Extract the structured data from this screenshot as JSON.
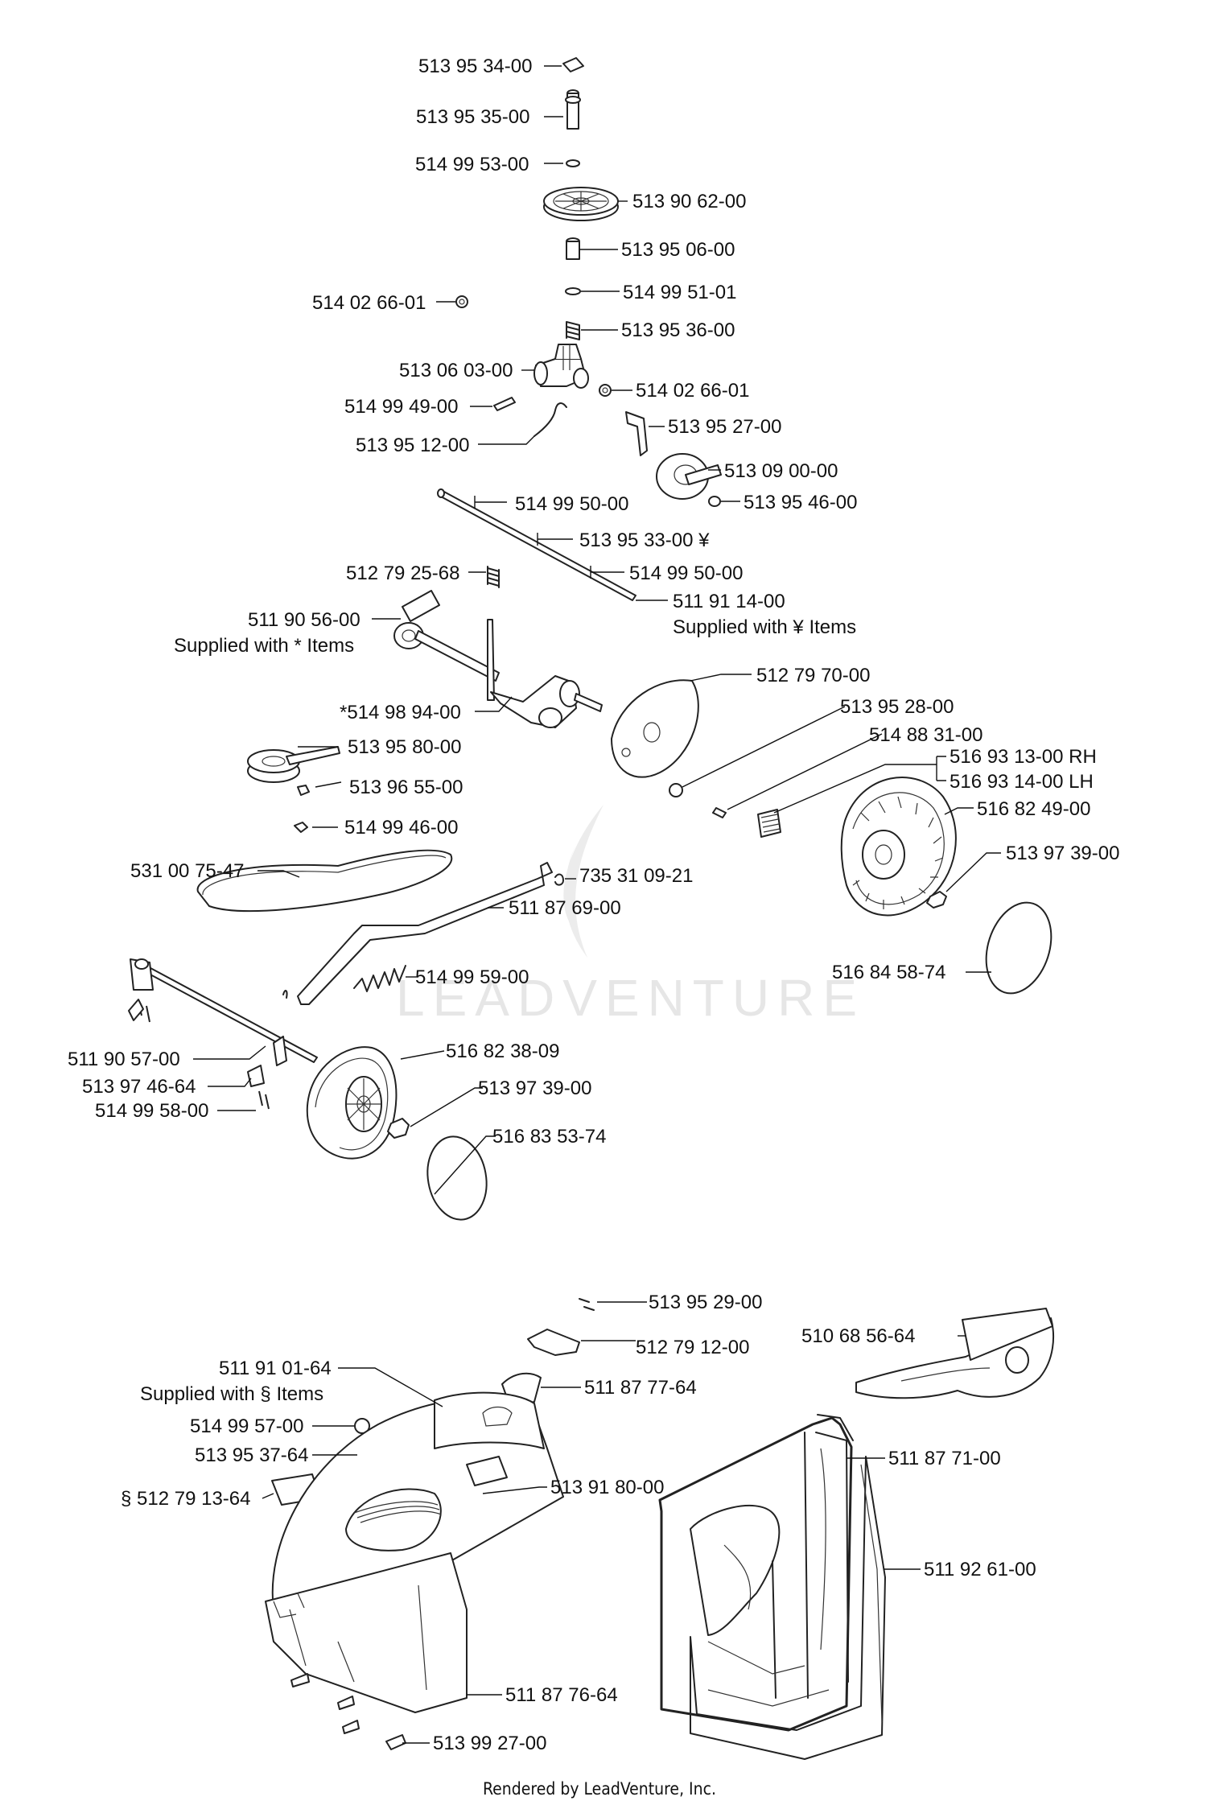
{
  "diagram": {
    "footer": "Rendered by LeadVenture, Inc.",
    "watermark": "LEADVENTURE",
    "labels": {
      "p_51395_34": "513 95 34-00",
      "p_51395_35": "513 95 35-00",
      "p_51499_53": "514 99 53-00",
      "p_51390_62": "513 90 62-00",
      "p_51395_06": "513 95 06-00",
      "p_51499_51": "514 99 51-01",
      "p_51402_66a": "514 02 66-01",
      "p_51395_36": "513 95 36-00",
      "p_51306_03": "513 06 03-00",
      "p_51402_66b": "514 02 66-01",
      "p_51499_49": "514 99 49-00",
      "p_51395_27": "513 95 27-00",
      "p_51395_12": "513 95 12-00",
      "p_51309_00": "513 09 00-00",
      "p_51395_46": "513 95 46-00",
      "p_51499_50a": "514 99 50-00",
      "p_51395_33": "513 95 33-00 ¥",
      "p_51279_25": "512 79 25-68",
      "p_51499_50b": "514 99 50-00",
      "p_51190_56": "511 90 56-00",
      "note_star": "Supplied with * Items",
      "p_51191_14": "511 91 14-00",
      "note_yen": "Supplied with ¥ Items",
      "p_51279_70": "512 79 70-00",
      "p_51395_28": "513 95 28-00",
      "p_51498_94": "*514 98 94-00",
      "p_51488_31": "514 88 31-00",
      "p_51395_80": "513 95 80-00",
      "p_51693_13": "516 93 13-00 RH",
      "p_51693_14": "516 93 14-00 LH",
      "p_51396_55": "513 96 55-00",
      "p_51682_49": "516 82 49-00",
      "p_51499_46": "514 99 46-00",
      "p_51397_39a": "513 97 39-00",
      "p_53100_75": "531 00 75-47",
      "p_73531_09": "735 31 09-21",
      "p_51187_69": "511 87 69-00",
      "p_51684_58": "516 84 58-74",
      "p_51499_59": "514 99 59-00",
      "p_51682_38": "516 82 38-09",
      "p_51190_57": "511 90 57-00",
      "p_51397_46": "513 97 46-64",
      "p_51397_39b": "513 97 39-00",
      "p_51499_58": "514 99 58-00",
      "p_51683_53": "516 83 53-74",
      "p_51395_29": "513 95 29-00",
      "p_51279_12": "512 79 12-00",
      "p_51068_56": "510 68 56-64",
      "p_51191_01": "511 91 01-64",
      "note_sect": "Supplied with § Items",
      "p_51187_77": "511 87 77-64",
      "p_51499_57": "514 99 57-00",
      "p_51395_37": "513 95 37-64",
      "p_51187_71": "511 87 71-00",
      "p_51391_80": "513 91 80-00",
      "p_51279_13": "§ 512 79 13-64",
      "p_51192_61": "511 92 61-00",
      "p_51187_76": "511 87 76-64",
      "p_51399_27": "513 99 27-00"
    }
  }
}
